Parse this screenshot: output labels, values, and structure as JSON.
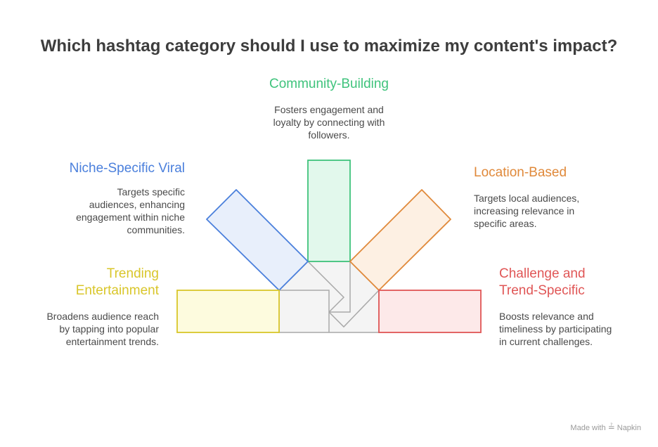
{
  "title": "Which hashtag category should I use to maximize my content's impact?",
  "colors": {
    "green": "#3fc37c",
    "blue": "#4a7fdc",
    "orange": "#e0893a",
    "yellow": "#d9c62a",
    "red": "#e05656",
    "center": "#a9a9a9"
  },
  "items": {
    "community": {
      "heading": "Community-Building",
      "desc": [
        "Fosters engagement and",
        "loyalty by connecting with",
        "followers."
      ]
    },
    "niche": {
      "heading": "Niche-Specific Viral",
      "desc": [
        "Targets specific",
        "audiences, enhancing",
        "engagement within niche",
        "communities."
      ]
    },
    "location": {
      "heading": "Location-Based",
      "desc": [
        "Targets local audiences,",
        "increasing relevance in",
        "specific areas."
      ]
    },
    "trending": {
      "heading": [
        "Trending",
        "Entertainment"
      ],
      "desc": [
        "Broadens audience reach",
        "by tapping into popular",
        "entertainment trends."
      ]
    },
    "challenge": {
      "heading": [
        "Challenge and",
        "Trend-Specific"
      ],
      "desc": [
        "Boosts relevance and",
        "timeliness by participating",
        "in current challenges."
      ]
    }
  },
  "brand": {
    "prefix": "Made with",
    "icon": "napkin-logo-icon",
    "name": "Napkin"
  }
}
